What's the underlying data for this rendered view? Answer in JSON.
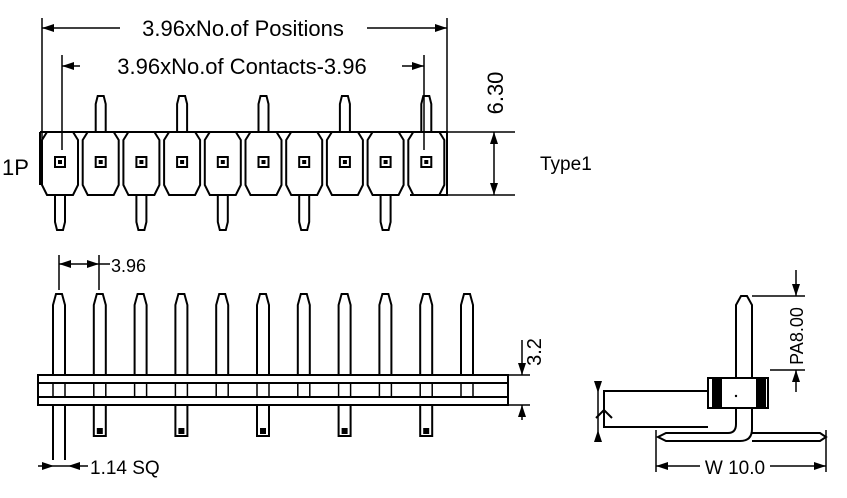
{
  "labels": {
    "positions_dim": "3.96xNo.of Positions",
    "contacts_dim": "3.96xNo.of Contacts-3.96",
    "height_top": "6.30",
    "pin1": "1P",
    "type": "Type1",
    "pitch": "3.96",
    "pin_above_housing": "3.2",
    "pin_size": "1.14 SQ",
    "pa_dim": "PA8.00",
    "width_dim": "W 10.0"
  },
  "diagram": {
    "top_view": {
      "contact_count": 10,
      "upper_pins": [
        1,
        3,
        5,
        7,
        9
      ],
      "lower_pins": [
        0,
        2,
        4,
        6,
        8
      ]
    },
    "front_view": {
      "pin_count": 11,
      "lower_pins": [
        0,
        1,
        3,
        5,
        7,
        9
      ]
    }
  }
}
